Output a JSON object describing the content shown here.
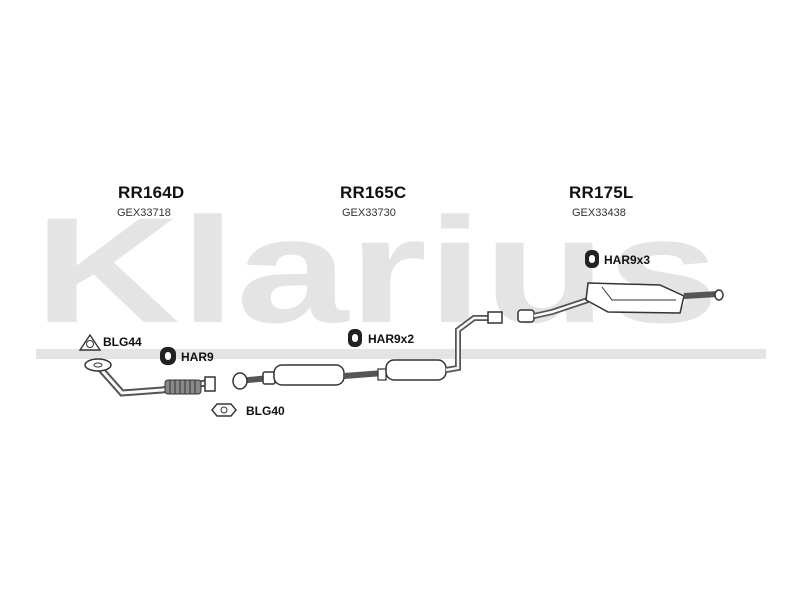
{
  "brand": {
    "watermark_text": "Klarius"
  },
  "parts": [
    {
      "code": "RR164D",
      "ref": "GEX33718"
    },
    {
      "code": "RR165C",
      "ref": "GEX33730"
    },
    {
      "code": "RR175L",
      "ref": "GEX33438"
    }
  ],
  "accessories": {
    "blg44": "BLG44",
    "har9": "HAR9",
    "blg40": "BLG40",
    "har9x2": "HAR9x2",
    "har9x3": "HAR9x3"
  }
}
